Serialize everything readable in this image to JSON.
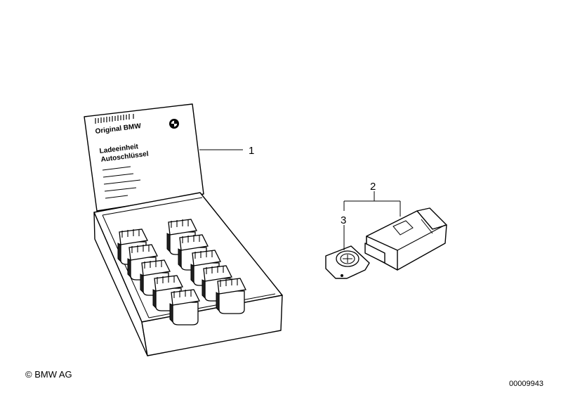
{
  "callouts": [
    {
      "number": "1"
    },
    {
      "number": "2"
    },
    {
      "number": "3"
    }
  ],
  "lid": {
    "brand_line": "Original BMW",
    "title_line1": "Ladeeinheit",
    "title_line2": "Autoschlüssel"
  },
  "footer": {
    "copyright": "© BMW AG",
    "diagram_id": "00009943"
  }
}
